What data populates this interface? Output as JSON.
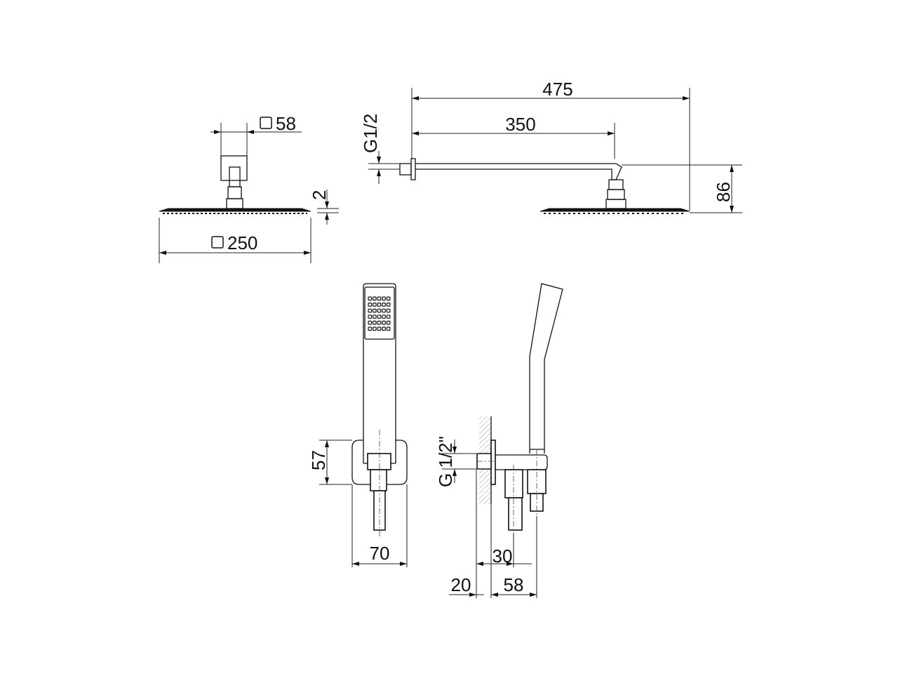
{
  "head_front_view": {
    "mount_size": "58",
    "plate_size": "250",
    "plate_thickness": "2"
  },
  "head_side_view": {
    "thread": "G1/2",
    "total_length": "475",
    "arm_length": "350",
    "height": "86"
  },
  "hand_front_view": {
    "holder_height": "57",
    "holder_width": "70"
  },
  "hand_side_view": {
    "thread": "G 1/2\"",
    "offset_30": "30",
    "wall_20": "20",
    "depth_58": "58"
  }
}
